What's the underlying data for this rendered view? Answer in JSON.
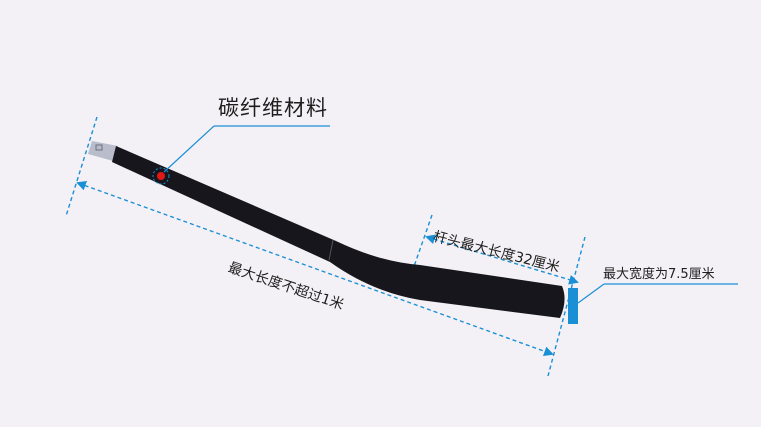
{
  "labels": {
    "material": "碳纤维材料",
    "max_total_length": "最大长度不超过1米",
    "max_blade_length": "杆头最大长度32厘米",
    "max_width": "最大宽度为7.5厘米"
  },
  "colors": {
    "background": "#f3f1f5",
    "stick": "#16161c",
    "accent_blue": "#1a8fd6",
    "marker_red": "#e01818",
    "end_cap": "#b9bccb"
  }
}
